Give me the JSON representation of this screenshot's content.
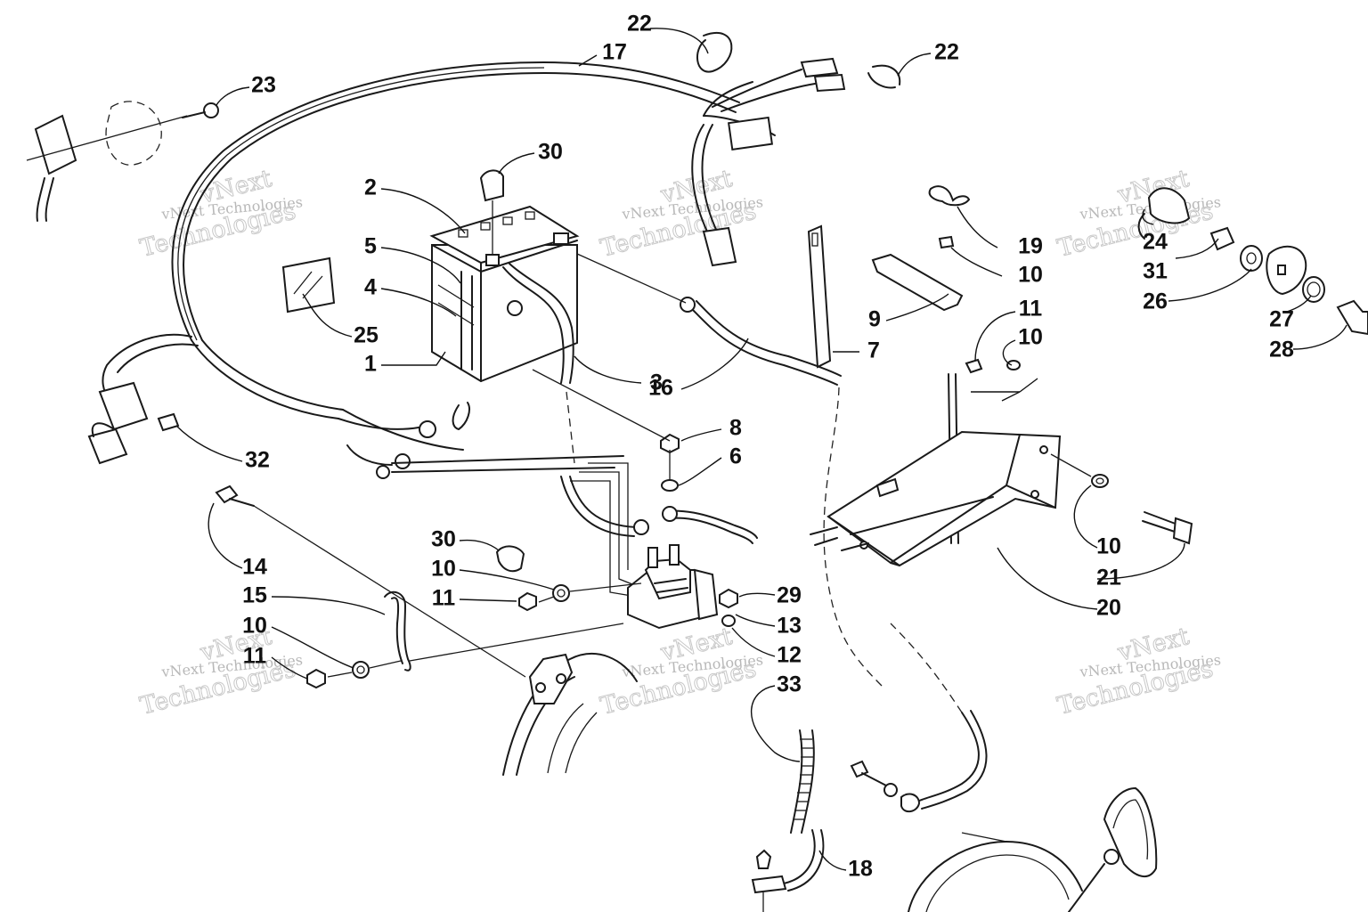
{
  "diagram": {
    "callouts": [
      {
        "id": "c22a",
        "label": "22"
      },
      {
        "id": "c17",
        "label": "17"
      },
      {
        "id": "c22b",
        "label": "22"
      },
      {
        "id": "c23",
        "label": "23"
      },
      {
        "id": "c30a",
        "label": "30"
      },
      {
        "id": "c2",
        "label": "2"
      },
      {
        "id": "c5",
        "label": "5"
      },
      {
        "id": "c4",
        "label": "4"
      },
      {
        "id": "c25",
        "label": "25"
      },
      {
        "id": "c1",
        "label": "1"
      },
      {
        "id": "c3",
        "label": "3"
      },
      {
        "id": "c16",
        "label": "16"
      },
      {
        "id": "c19",
        "label": "19"
      },
      {
        "id": "c10a",
        "label": "10"
      },
      {
        "id": "c9",
        "label": "9"
      },
      {
        "id": "c7",
        "label": "7"
      },
      {
        "id": "c11a",
        "label": "11"
      },
      {
        "id": "c10b",
        "label": "10"
      },
      {
        "id": "c24",
        "label": "24"
      },
      {
        "id": "c31",
        "label": "31"
      },
      {
        "id": "c26",
        "label": "26"
      },
      {
        "id": "c27",
        "label": "27"
      },
      {
        "id": "c28",
        "label": "28"
      },
      {
        "id": "c32",
        "label": "32"
      },
      {
        "id": "c8",
        "label": "8"
      },
      {
        "id": "c6",
        "label": "6"
      },
      {
        "id": "c14",
        "label": "14"
      },
      {
        "id": "c15",
        "label": "15"
      },
      {
        "id": "c10c",
        "label": "10"
      },
      {
        "id": "c11b",
        "label": "11"
      },
      {
        "id": "c30b",
        "label": "30"
      },
      {
        "id": "c10d",
        "label": "10"
      },
      {
        "id": "c11c",
        "label": "11"
      },
      {
        "id": "c29",
        "label": "29"
      },
      {
        "id": "c13",
        "label": "13"
      },
      {
        "id": "c12",
        "label": "12"
      },
      {
        "id": "c33",
        "label": "33"
      },
      {
        "id": "c10e",
        "label": "10"
      },
      {
        "id": "c21",
        "label": "21"
      },
      {
        "id": "c20",
        "label": "20"
      },
      {
        "id": "c18",
        "label": "18"
      }
    ],
    "watermark": {
      "line1": "vNext",
      "line2": "vNext Technologies",
      "line3": "Technologies"
    }
  }
}
